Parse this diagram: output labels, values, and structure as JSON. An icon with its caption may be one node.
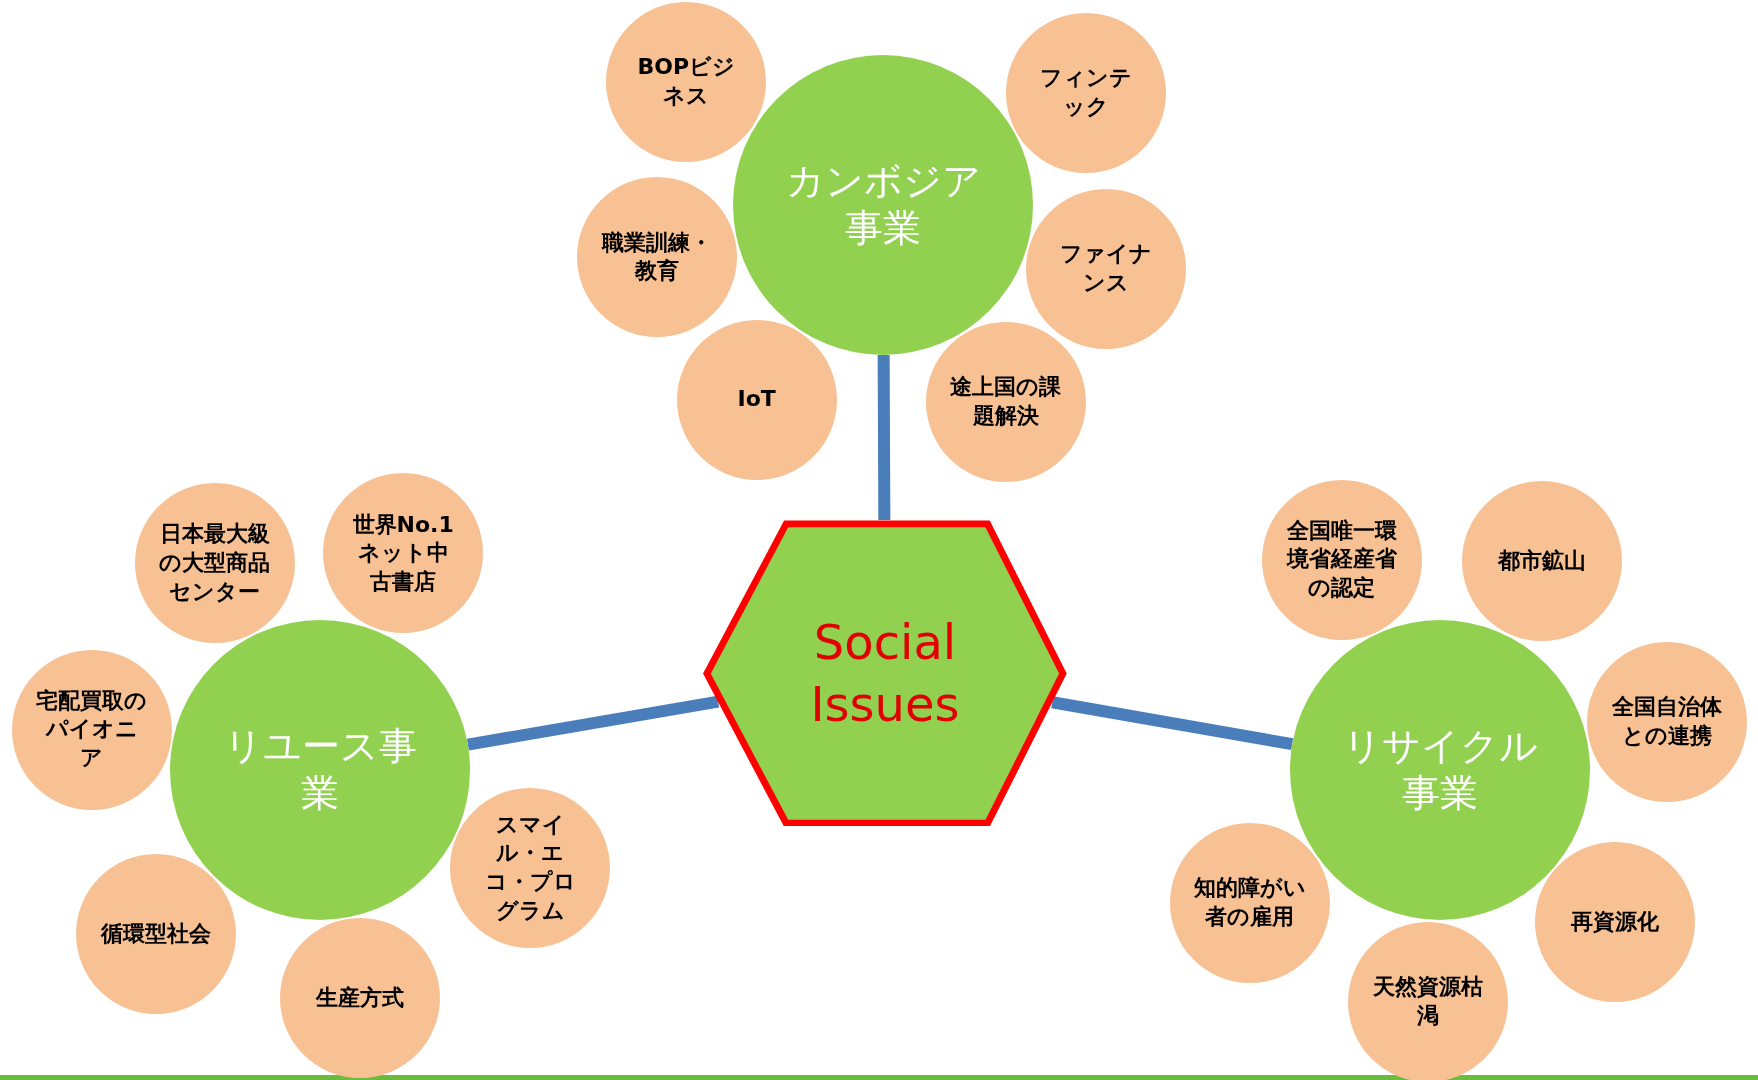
{
  "diagram": {
    "nodes": [
      {
        "text": [
          "カンボジア事業"
        ]
      },
      {
        "text": [
          "BOPビジネス"
        ]
      },
      {
        "text": [
          "フィンテック"
        ]
      },
      {
        "text": [
          "職業訓練・教育"
        ]
      },
      {
        "text": [
          "ファイナンス"
        ]
      },
      {
        "text": [
          "IoT"
        ]
      },
      {
        "text": [
          "途上国の課題解決"
        ]
      },
      {
        "text": [
          "Social Issues"
        ]
      },
      {
        "text": [
          "日本最大級の大型商品センター"
        ]
      },
      {
        "text": [
          "世界No.1ネット中古書店"
        ]
      },
      {
        "text": [
          "宅配買取のパイオニア"
        ]
      },
      {
        "text": [
          "リユース事業"
        ]
      },
      {
        "text": [
          "スマイル・エコ・プログラム"
        ]
      },
      {
        "text": [
          "循環型社会"
        ]
      },
      {
        "text": [
          "生産方式"
        ]
      },
      {
        "text": [
          "全国唯一環境省経産省の認定"
        ]
      },
      {
        "text": [
          "都市鉱山"
        ]
      },
      {
        "text": [
          "全国自治体との連携"
        ]
      },
      {
        "text": [
          "リサイクル事業"
        ]
      },
      {
        "text": [
          "知的障がい者の雇用"
        ]
      },
      {
        "text": [
          "天然資源枯渇"
        ]
      },
      {
        "text": [
          "再資源化"
        ]
      }
    ],
    "edges": [
      {
        "from": 7,
        "to": 0,
        "arrow": "none"
      },
      {
        "from": 7,
        "to": 11,
        "arrow": "none"
      },
      {
        "from": 7,
        "to": 18,
        "arrow": "none"
      }
    ]
  }
}
